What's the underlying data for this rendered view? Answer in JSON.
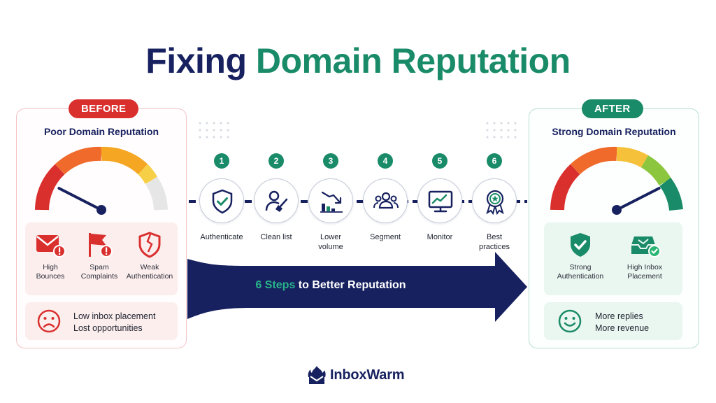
{
  "title": {
    "part1": "Fixing",
    "part2": "Domain Reputation"
  },
  "before": {
    "badge": "BEFORE",
    "heading": "Poor Domain Reputation",
    "gauge_level": 0.15,
    "issues": [
      {
        "icon": "bounce-mail-icon",
        "line1": "High",
        "line2": "Bounces"
      },
      {
        "icon": "spam-flag-icon",
        "line1": "Spam",
        "line2": "Complaints"
      },
      {
        "icon": "broken-shield-icon",
        "line1": "Weak",
        "line2": "Authentication"
      }
    ],
    "outcome": {
      "icon": "sad-face-icon",
      "line1": "Low inbox placement",
      "line2": "Lost opportunities"
    }
  },
  "after": {
    "badge": "AFTER",
    "heading": "Strong Domain Reputation",
    "gauge_level": 0.85,
    "issues": [
      {
        "icon": "check-shield-icon",
        "line1": "Strong",
        "line2": "Authentication"
      },
      {
        "icon": "inbox-check-icon",
        "line1": "High Inbox",
        "line2": "Placement"
      }
    ],
    "outcome": {
      "icon": "smile-face-icon",
      "line1": "More replies",
      "line2": "More revenue"
    }
  },
  "steps": [
    {
      "num": "1",
      "icon": "shield-check-icon",
      "line1": "Authenticate",
      "line2": ""
    },
    {
      "num": "2",
      "icon": "user-broom-icon",
      "line1": "Clean list",
      "line2": ""
    },
    {
      "num": "3",
      "icon": "bar-chart-down-icon",
      "line1": "Lower",
      "line2": "volume"
    },
    {
      "num": "4",
      "icon": "people-group-icon",
      "line1": "Segment",
      "line2": ""
    },
    {
      "num": "5",
      "icon": "monitor-chart-icon",
      "line1": "Monitor",
      "line2": ""
    },
    {
      "num": "6",
      "icon": "award-badge-icon",
      "line1": "Best",
      "line2": "practices"
    }
  ],
  "arrow": {
    "highlight": "6 Steps",
    "rest": " to Better Reputation"
  },
  "brand": {
    "name": "InboxWarm",
    "icon": "inboxwarm-logo-icon"
  },
  "colors": {
    "navy": "#17215f",
    "green": "#1a8b68",
    "red": "#d9302e",
    "before_panel_border": "#f3c5c5",
    "after_panel_border": "#b7e0cf"
  }
}
